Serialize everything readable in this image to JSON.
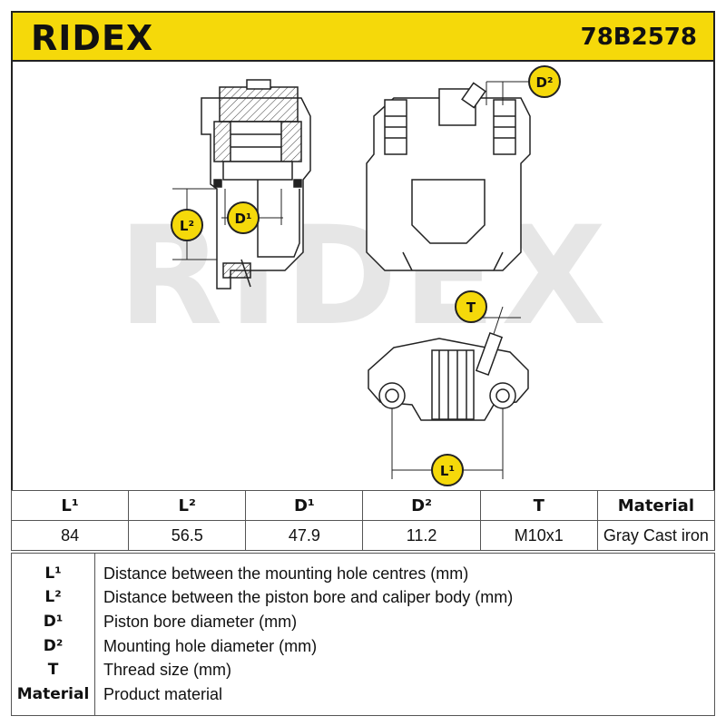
{
  "header": {
    "brand": "RIDEX",
    "part_number": "78B2578"
  },
  "watermark": {
    "text": "RIDEX"
  },
  "drawing": {
    "labels": {
      "d2": "D²",
      "d1": "D¹",
      "l2": "L²",
      "t": "T",
      "l1": "L¹"
    }
  },
  "spec_table": {
    "headers": [
      "L¹",
      "L²",
      "D¹",
      "D²",
      "T",
      "Material"
    ],
    "values": [
      "84",
      "56.5",
      "47.9",
      "11.2",
      "M10x1",
      "Gray Cast iron"
    ]
  },
  "legend": [
    {
      "key": "L¹",
      "desc": "Distance between the mounting hole centres (mm)"
    },
    {
      "key": "L²",
      "desc": "Distance between the piston bore and caliper body (mm)"
    },
    {
      "key": "D¹",
      "desc": "Piston bore diameter (mm)"
    },
    {
      "key": "D²",
      "desc": "Mounting hole diameter (mm)"
    },
    {
      "key": "T",
      "desc": "Thread size (mm)"
    },
    {
      "key": "Material",
      "desc": "Product material"
    }
  ],
  "colors": {
    "accent": "#f5d90a",
    "line": "#222222",
    "watermark": "#e6e6e6"
  }
}
